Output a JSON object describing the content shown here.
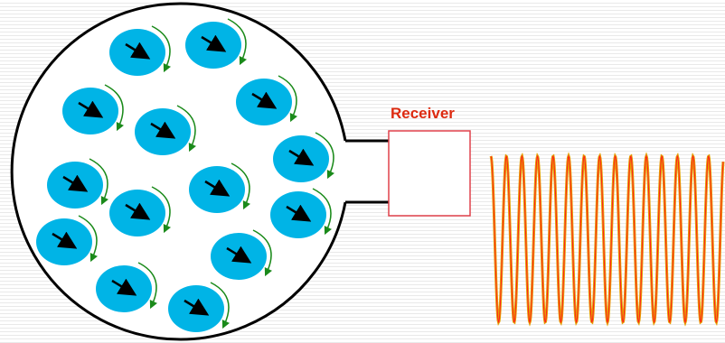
{
  "receiver": {
    "label": "Receiver"
  },
  "colors": {
    "spin": "#00b4e6",
    "arrow": "#000000",
    "rotation_arrow": "#1a8a1a",
    "box_border": "#e0404a",
    "label": "#dd2a10",
    "wave_outer": "#e6a000",
    "wave_inner": "#ff2020",
    "outline": "#000000"
  },
  "icons": [
    "spin-ellipse",
    "magnetization-arrow",
    "rotation-arrow",
    "sine-wave"
  ]
}
